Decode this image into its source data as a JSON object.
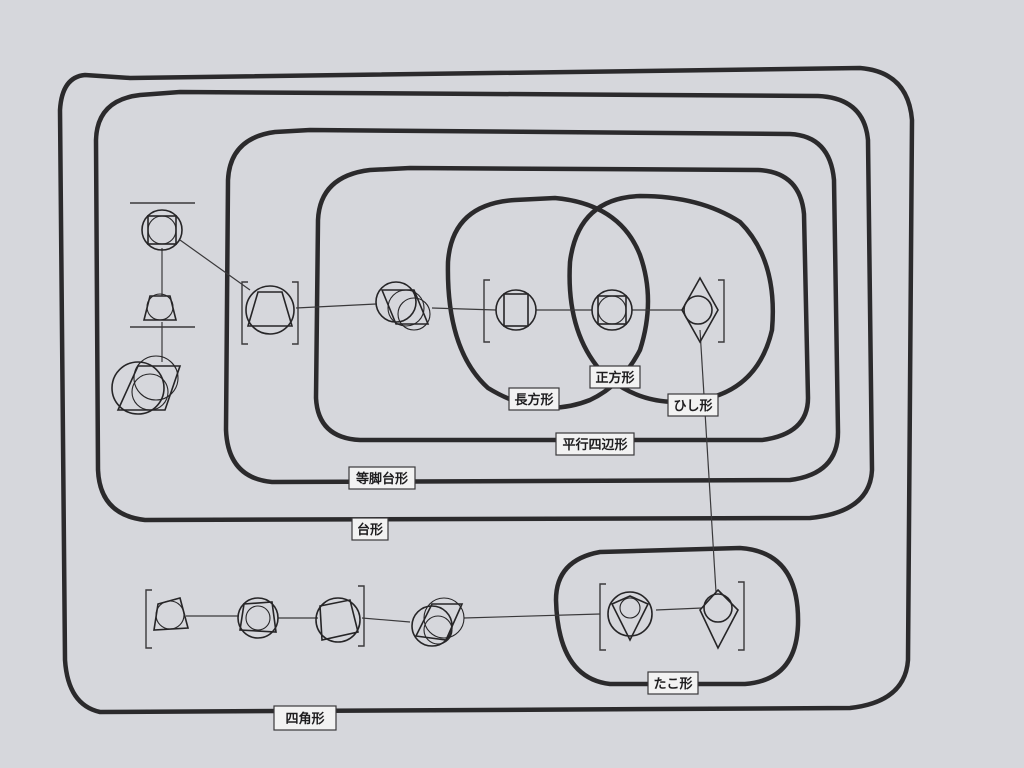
{
  "regions": {
    "quadrilateral": "四角形",
    "trapezoid": "台形",
    "isosceles_trapezoid": "等脚台形",
    "parallelogram": "平行四辺形",
    "rectangle": "長方形",
    "square": "正方形",
    "rhombus": "ひし形",
    "kite": "たこ形"
  },
  "colors": {
    "paper": "#d6d7dc",
    "ink": "#2b2a2c",
    "label_fill": "#f2f2f2"
  }
}
